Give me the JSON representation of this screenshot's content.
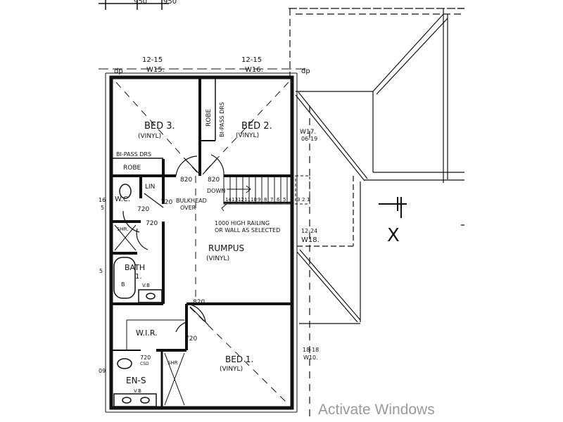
{
  "plan": {
    "dimensions_top": [
      {
        "size": "12-15",
        "window": "W15."
      },
      {
        "size": "12-15",
        "window": "W16."
      }
    ],
    "top_left_dims": [
      "950",
      "950"
    ],
    "downpipe": "dp",
    "rooms": {
      "bed3": {
        "name": "BED 3.",
        "floor": "(VINYL)"
      },
      "bed2": {
        "name": "BED 2.",
        "floor": "(VINYL)"
      },
      "robe_bed2": {
        "name": "ROBE",
        "doors": "BI-PASS DRS"
      },
      "robe_bed3": {
        "name": "ROBE",
        "doors": "BI-PASS DRS"
      },
      "lin": "LIN",
      "wc": "W.C.",
      "shr": "SHR.",
      "bath": {
        "name": "BATH",
        "number": "1.",
        "b": "B",
        "vb": "V.B"
      },
      "rumpus": {
        "name": "RUMPUS",
        "floor": "(VINYL)"
      },
      "wir": "W.I.R.",
      "ens": {
        "name": "EN-S",
        "vb": "V.B",
        "shr": "SHR"
      },
      "bed1": {
        "name": "BED 1.",
        "floor": "(VINYL)"
      }
    },
    "doors": {
      "d820_bed3": "820",
      "d820_bed2": "820",
      "d720_wc": "720",
      "d720_lin": "720",
      "d720_shr": "720",
      "d820_bed1": "820",
      "d720_wir": "720",
      "d720_ens": "720",
      "ens_csd": "CSD"
    },
    "notes": {
      "down": "DOWN",
      "bulkhead": "BULKHEAD",
      "bulkhead2": "OVER",
      "railing1": "1000 HIGH RAILING",
      "railing2": "OR WALL AS SELECTED"
    },
    "stair_numbers": [
      "14",
      "13",
      "12",
      "11",
      "10",
      "9",
      "8",
      "7",
      "6",
      "5"
    ],
    "stair_numbers_right": [
      "3",
      "2",
      "1"
    ],
    "windows_right": [
      {
        "window": "W17.",
        "size": "06-19"
      },
      {
        "size": "12-24",
        "window": "W18."
      },
      {
        "size": "18-18",
        "window": "W10."
      }
    ],
    "left_marks": [
      "16",
      "5",
      "5",
      "09"
    ],
    "roof_mark": "X"
  },
  "watermark": "Activate Windows"
}
